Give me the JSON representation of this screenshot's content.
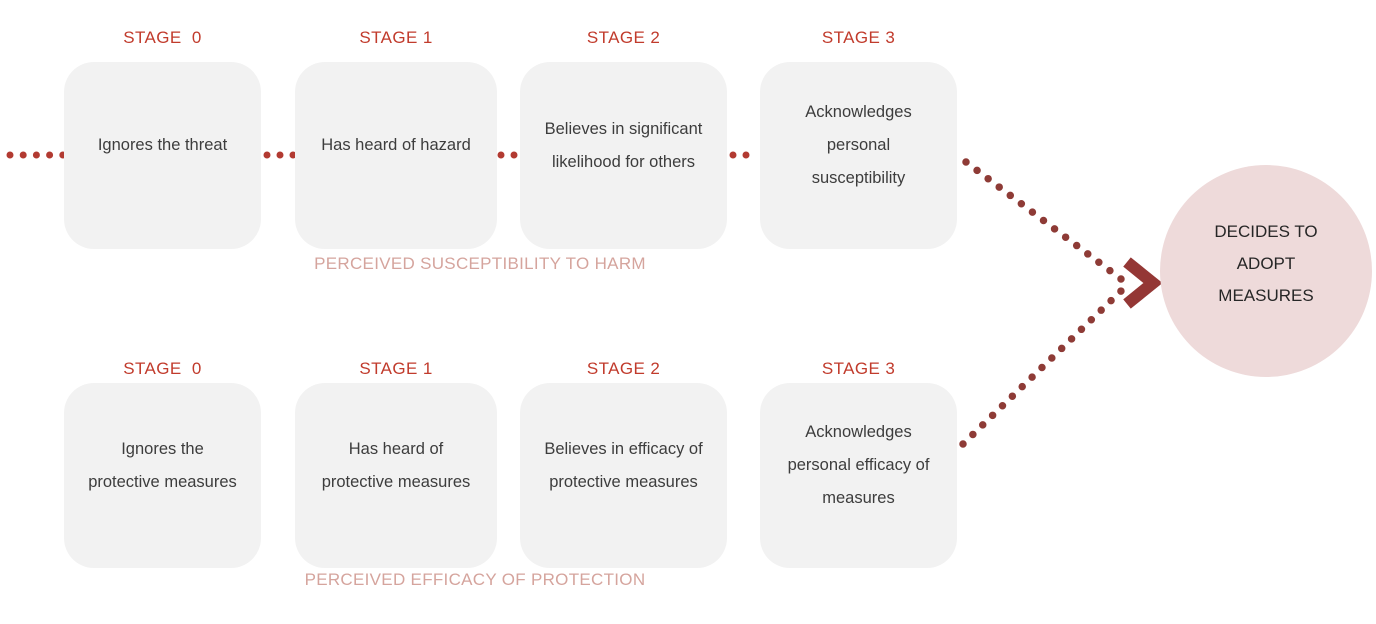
{
  "colors": {
    "background": "#ffffff",
    "stage_label": "#c13b2c",
    "dot_red": "#b23a31",
    "dot_maroon": "#8e3b36",
    "arrow": "#943735",
    "box_bg": "#f2f2f2",
    "box_text": "#3d3d3d",
    "caption": "#d5a49d",
    "circle_bg": "#eedada",
    "circle_text": "#262626"
  },
  "rows": [
    {
      "caption": "PERCEIVED SUSCEPTIBILITY TO HARM",
      "stages": [
        {
          "label": "STAGE  0",
          "text": "Ignores the threat"
        },
        {
          "label": "STAGE 1",
          "text": "Has heard of hazard"
        },
        {
          "label": "STAGE 2",
          "text": "Believes in significant likelihood for others"
        },
        {
          "label": "STAGE 3",
          "text": "Acknowledges personal susceptibility"
        }
      ]
    },
    {
      "caption": "PERCEIVED EFFICACY OF PROTECTION",
      "stages": [
        {
          "label": "STAGE  0",
          "text": "Ignores the protective measures"
        },
        {
          "label": "STAGE 1",
          "text": "Has heard of protective measures"
        },
        {
          "label": "STAGE 2",
          "text": "Believes in efficacy of protective measures"
        },
        {
          "label": "STAGE 3",
          "text": "Acknowledges personal efficacy of measures"
        }
      ]
    }
  ],
  "outcome": {
    "text": "DECIDES TO ADOPT MEASURES"
  }
}
